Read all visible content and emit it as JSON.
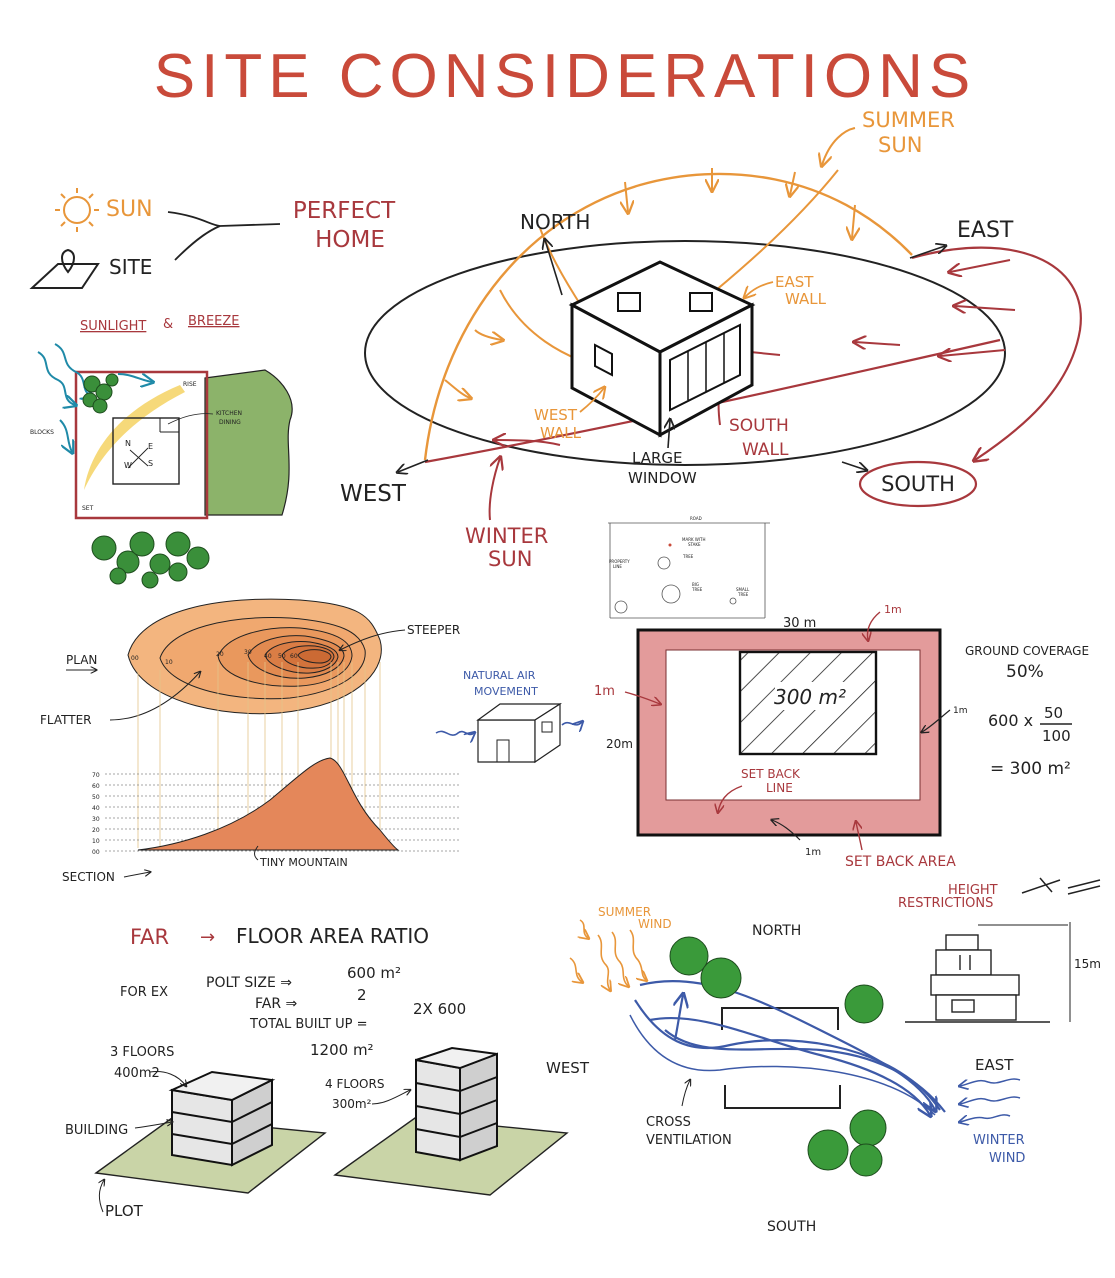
{
  "title": "SITE CONSIDERATIONS",
  "legend": {
    "sun": "SUN",
    "site": "SITE",
    "result": "PERFECT HOME"
  },
  "sunlight": {
    "heading_a": "SUNLIGHT",
    "amp": "&",
    "heading_b": "BREEZE",
    "blocks": "BLOCKS",
    "rise": "RISE",
    "set": "SET",
    "kitchen": "KITCHEN",
    "dining": "DINING",
    "n": "N",
    "e": "E",
    "s": "S",
    "w": "W"
  },
  "compass": {
    "north": "NORTH",
    "east": "EAST",
    "south": "SOUTH",
    "west": "WEST",
    "summer_sun_1": "SUMMER",
    "summer_sun_2": "SUN",
    "winter_sun_1": "WINTER",
    "winter_sun_2": "SUN",
    "east_wall_1": "EAST",
    "east_wall_2": "WALL",
    "west_wall_1": "WEST",
    "west_wall_2": "WALL",
    "south_wall_1": "SOUTH",
    "south_wall_2": "WALL",
    "large_window_1": "LARGE",
    "large_window_2": "WINDOW"
  },
  "mini_plan": {
    "road": "ROAD",
    "mark": "MARK WITH",
    "stake": "STAKE",
    "tree": "TREE",
    "property_1": "PROPERTY",
    "property_2": "LINE",
    "big_tree_1": "BIG",
    "big_tree_2": "TREE",
    "small_tree_1": "SMALL",
    "small_tree_2": "TREE"
  },
  "contour": {
    "plan": "PLAN",
    "steeper": "STEEPER",
    "flatter": "FLATTER",
    "section": "SECTION",
    "tiny_mountain": "TINY MOUNTAIN",
    "contour_labels": [
      "00",
      "10",
      "20",
      "30",
      "40",
      "50",
      "60"
    ],
    "section_ticks": [
      "70",
      "60",
      "50",
      "40",
      "30",
      "20",
      "10",
      "00"
    ]
  },
  "air": {
    "line1": "NATURAL AIR",
    "line2": "MOVEMENT"
  },
  "setback": {
    "width": "30 m",
    "height": "20m",
    "area": "300 m²",
    "margin": "1m",
    "line_1": "SET BACK",
    "line_2": "LINE",
    "area_label": "SET BACK AREA",
    "gc_1": "GROUND COVERAGE",
    "gc_2": "50%",
    "calc_a": "600 x",
    "calc_num": "50",
    "calc_den": "100",
    "calc_result": "= 300 m²"
  },
  "far": {
    "abbr": "FAR",
    "arrow": "→",
    "name": "FLOOR AREA RATIO",
    "example": "FOR EX",
    "r1_label": "POLT SIZE ⇒",
    "r1_val": "600 m²",
    "r2_label": "FAR ⇒",
    "r2_val": "2",
    "r3_label": "TOTAL BUILT UP =",
    "r3_val": "2X 600",
    "r3_result": "1200 m²",
    "b1_1": "3 FLOORS",
    "b1_2": "400m2",
    "b2_1": "4 FLOORS",
    "b2_2": "300m²",
    "building": "BUILDING",
    "plot": "PLOT"
  },
  "wind": {
    "summer_1": "SUMMER",
    "summer_2": "WIND",
    "north": "NORTH",
    "west": "WEST",
    "east": "EAST",
    "south": "SOUTH",
    "cross_1": "CROSS",
    "cross_2": "VENTILATION",
    "winter_1": "WINTER",
    "winter_2": "WIND"
  },
  "height": {
    "label_1": "HEIGHT",
    "label_2": "RESTRICTIONS",
    "value": "15m"
  },
  "colors": {
    "title_red": "#c94a3a",
    "maroon": "#a8383d",
    "orange": "#e8963a",
    "navy": "#3d5aa8",
    "green": "#8cb36a",
    "peach": "#f3b57f",
    "pink": "#e39b9b"
  }
}
